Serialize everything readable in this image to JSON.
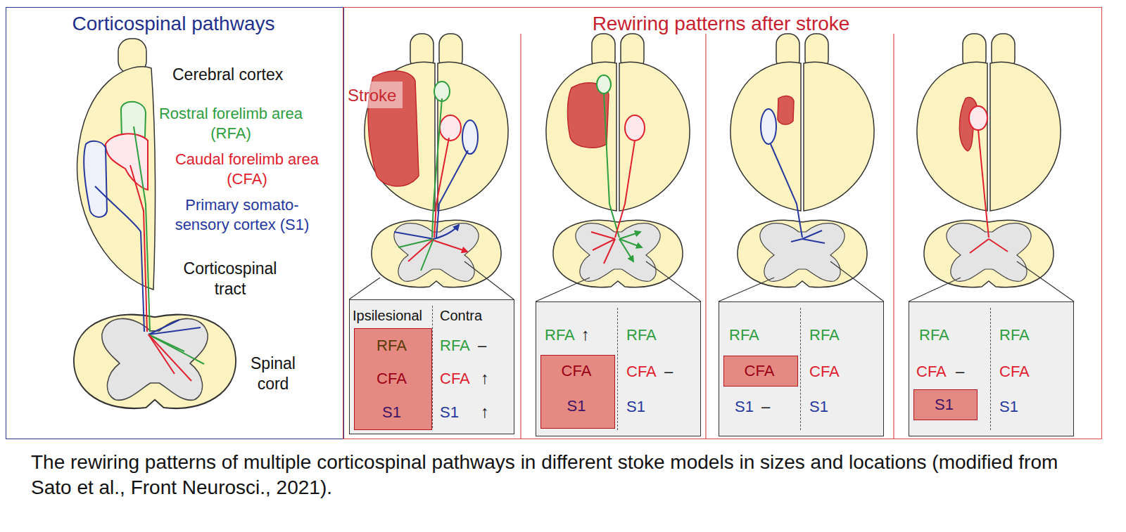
{
  "diagram": {
    "caption": "The rewiring patterns of multiple corticospinal pathways in different stoke models in sizes and locations (modified from Sato et al., Front Neurosci., 2021).",
    "nodes": [
      {
        "text": [
          "Corticospinal pathways"
        ]
      },
      {
        "text": [
          "Rewiring patterns after stroke"
        ]
      },
      {
        "text": [
          "Ipsilesional",
          "Contra",
          "RFA",
          "–",
          "CFA",
          "↑",
          "S1",
          "↑"
        ],
        "in": 1
      },
      {
        "text": [
          "RFA",
          "CFA",
          "S1"
        ],
        "in": 2
      },
      {
        "text": [
          "RFA",
          "↑",
          "RFA",
          "CFA",
          "–",
          "S1"
        ],
        "in": 1
      },
      {
        "text": [
          "CFA",
          "S1"
        ],
        "in": 4
      },
      {
        "text": [
          "RFA",
          "RFA",
          "S1",
          "–",
          "CFA",
          "S1"
        ],
        "in": 1
      },
      {
        "text": [
          "CFA"
        ],
        "in": 6
      },
      {
        "text": [
          "RFA",
          "RFA",
          "CFA",
          "–",
          "CFA",
          "S1"
        ],
        "in": 1
      },
      {
        "text": [
          "S1"
        ],
        "in": 8
      }
    ],
    "labels": [
      "Cerebral cortex",
      "Rostral forelimb area (RFA)",
      "Caudal forelimb area (CFA)",
      "Primary somato- sensory cortex (S1)",
      "Corticospinal tract",
      "Spinal cord",
      "Stroke"
    ]
  }
}
